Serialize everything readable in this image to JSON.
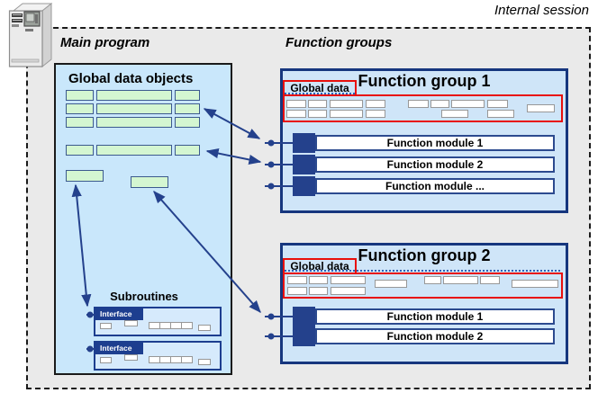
{
  "session": {
    "label": "Internal session"
  },
  "main_program": {
    "label": "Main program",
    "global_data_title": "Global data objects",
    "subroutines_title": "Subroutines",
    "interfaces": [
      {
        "label": "Interface"
      },
      {
        "label": "Interface"
      }
    ]
  },
  "function_groups": {
    "label": "Function groups",
    "groups": [
      {
        "title": "Function group 1",
        "global_data_label": "Global data",
        "modules": [
          "Function module 1",
          "Function module 2",
          "Function module ..."
        ]
      },
      {
        "title": "Function group 2",
        "global_data_label": "Global data",
        "modules": [
          "Function module 1",
          "Function module 2"
        ]
      }
    ]
  },
  "icons": {
    "server": "server-icon"
  },
  "colors": {
    "background": "#eaeaea",
    "navy": "#24418c",
    "red": "#e8100c",
    "main_blue": "#c9e7fb",
    "panel_blue": "#cfe5f8",
    "green": "#d4f6d1"
  }
}
